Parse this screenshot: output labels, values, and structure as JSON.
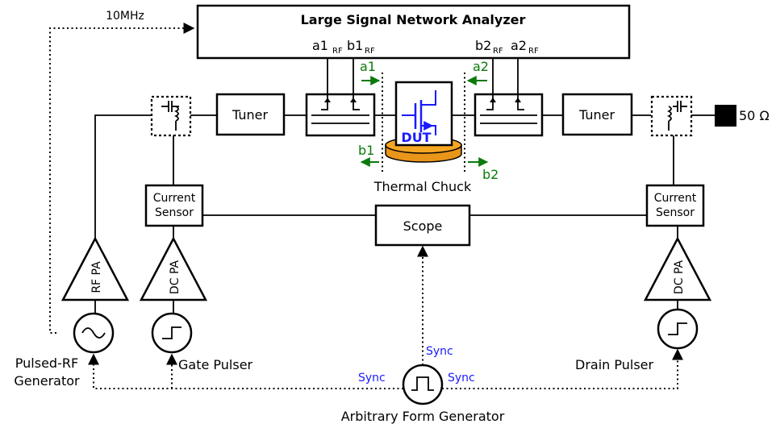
{
  "lsna": {
    "title": "Large Signal Network Analyzer"
  },
  "clock": {
    "label": "10MHz"
  },
  "ports": {
    "a1rf": "a1",
    "b1rf": "b1",
    "b2rf": "b2",
    "a2rf": "a2",
    "rf_sub": "RF",
    "a1": "a1",
    "b1": "b1",
    "a2": "a2",
    "b2": "b2"
  },
  "tuner_left": {
    "label": "Tuner"
  },
  "tuner_right": {
    "label": "Tuner"
  },
  "dut": {
    "label": "DUT"
  },
  "chuck": {
    "label": "Thermal Chuck"
  },
  "load": {
    "label": "50 Ω"
  },
  "sensor_left": {
    "line1": "Current",
    "line2": "Sensor"
  },
  "sensor_right": {
    "line1": "Current",
    "line2": "Sensor"
  },
  "scope": {
    "label": "Scope"
  },
  "rf_pa": {
    "label": "RF PA"
  },
  "dc_pa_left": {
    "label": "DC PA"
  },
  "dc_pa_right": {
    "label": "DC PA"
  },
  "pulsed_rf": {
    "line1": "Pulsed-RF",
    "line2": "Generator"
  },
  "gate_pulser": {
    "label": "Gate Pulser"
  },
  "drain_pulser": {
    "label": "Drain Pulser"
  },
  "afg": {
    "label": "Arbitrary Form Generator",
    "sync_top": "Sync",
    "sync_left": "Sync",
    "sync_right": "Sync"
  },
  "colors": {
    "port_arrows": "#0a7a0a",
    "dut_sync": "#1a1aff",
    "chuck": "#f5a623"
  }
}
